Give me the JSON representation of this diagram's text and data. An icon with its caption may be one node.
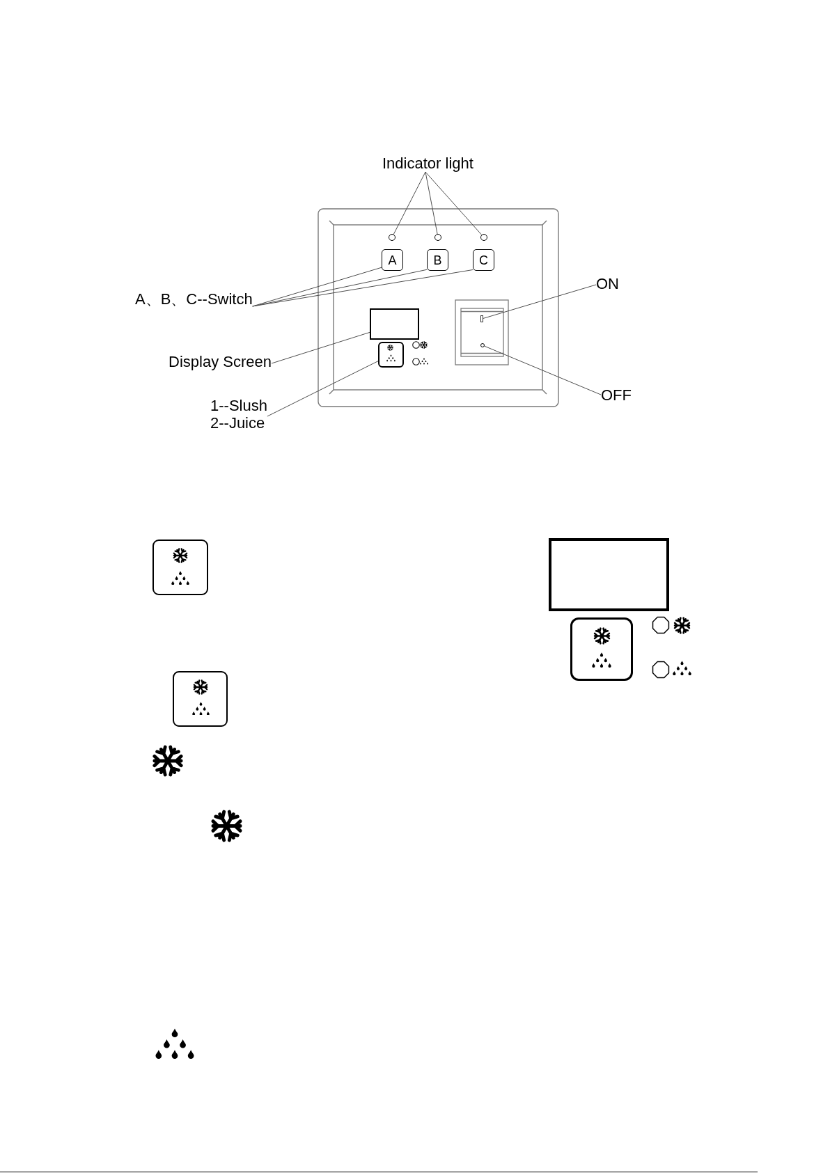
{
  "diagram": {
    "nodes": [
      {
        "text": [
          "Indicator light"
        ]
      },
      {
        "text": [],
        "shape": "circle"
      },
      {
        "text": [],
        "shape": "circle"
      },
      {
        "text": [],
        "shape": "circle"
      },
      {
        "text": [
          "A"
        ]
      },
      {
        "text": [
          "B"
        ]
      },
      {
        "text": [
          "C"
        ]
      },
      {
        "text": [
          "ON"
        ]
      },
      {
        "text": [
          "A、B、C--Switch"
        ]
      },
      {
        "text": [],
        "shape": "box"
      },
      {
        "text": [],
        "shape": "bar"
      },
      {
        "text": [],
        "shape": "box"
      },
      {
        "text": [],
        "shape": "circle"
      },
      {
        "text": [
          "Display Screen"
        ]
      },
      {
        "text": [
          "OFF"
        ]
      },
      {
        "text": [
          "1--Slush",
          "2--Juice"
        ]
      },
      {
        "text": [],
        "shape": "box"
      },
      {
        "text": [],
        "shape": "box"
      },
      {
        "text": [],
        "shape": "box"
      },
      {
        "text": [],
        "shape": "box"
      }
    ],
    "edges": [
      {
        "from": 0,
        "to": 1,
        "arrow": "none"
      },
      {
        "from": 0,
        "to": 2,
        "arrow": "none"
      },
      {
        "from": 0,
        "to": 3,
        "arrow": "none"
      },
      {
        "from": 8,
        "to": 4,
        "arrow": "none"
      },
      {
        "from": 8,
        "to": 5,
        "arrow": "none"
      },
      {
        "from": 8,
        "to": 6,
        "arrow": "none"
      },
      {
        "from": 7,
        "to": 10,
        "arrow": "none"
      },
      {
        "from": 13,
        "to": 9,
        "arrow": "none"
      },
      {
        "from": 14,
        "to": 12,
        "arrow": "none"
      },
      {
        "from": 15,
        "to": 11,
        "arrow": "none"
      }
    ]
  }
}
